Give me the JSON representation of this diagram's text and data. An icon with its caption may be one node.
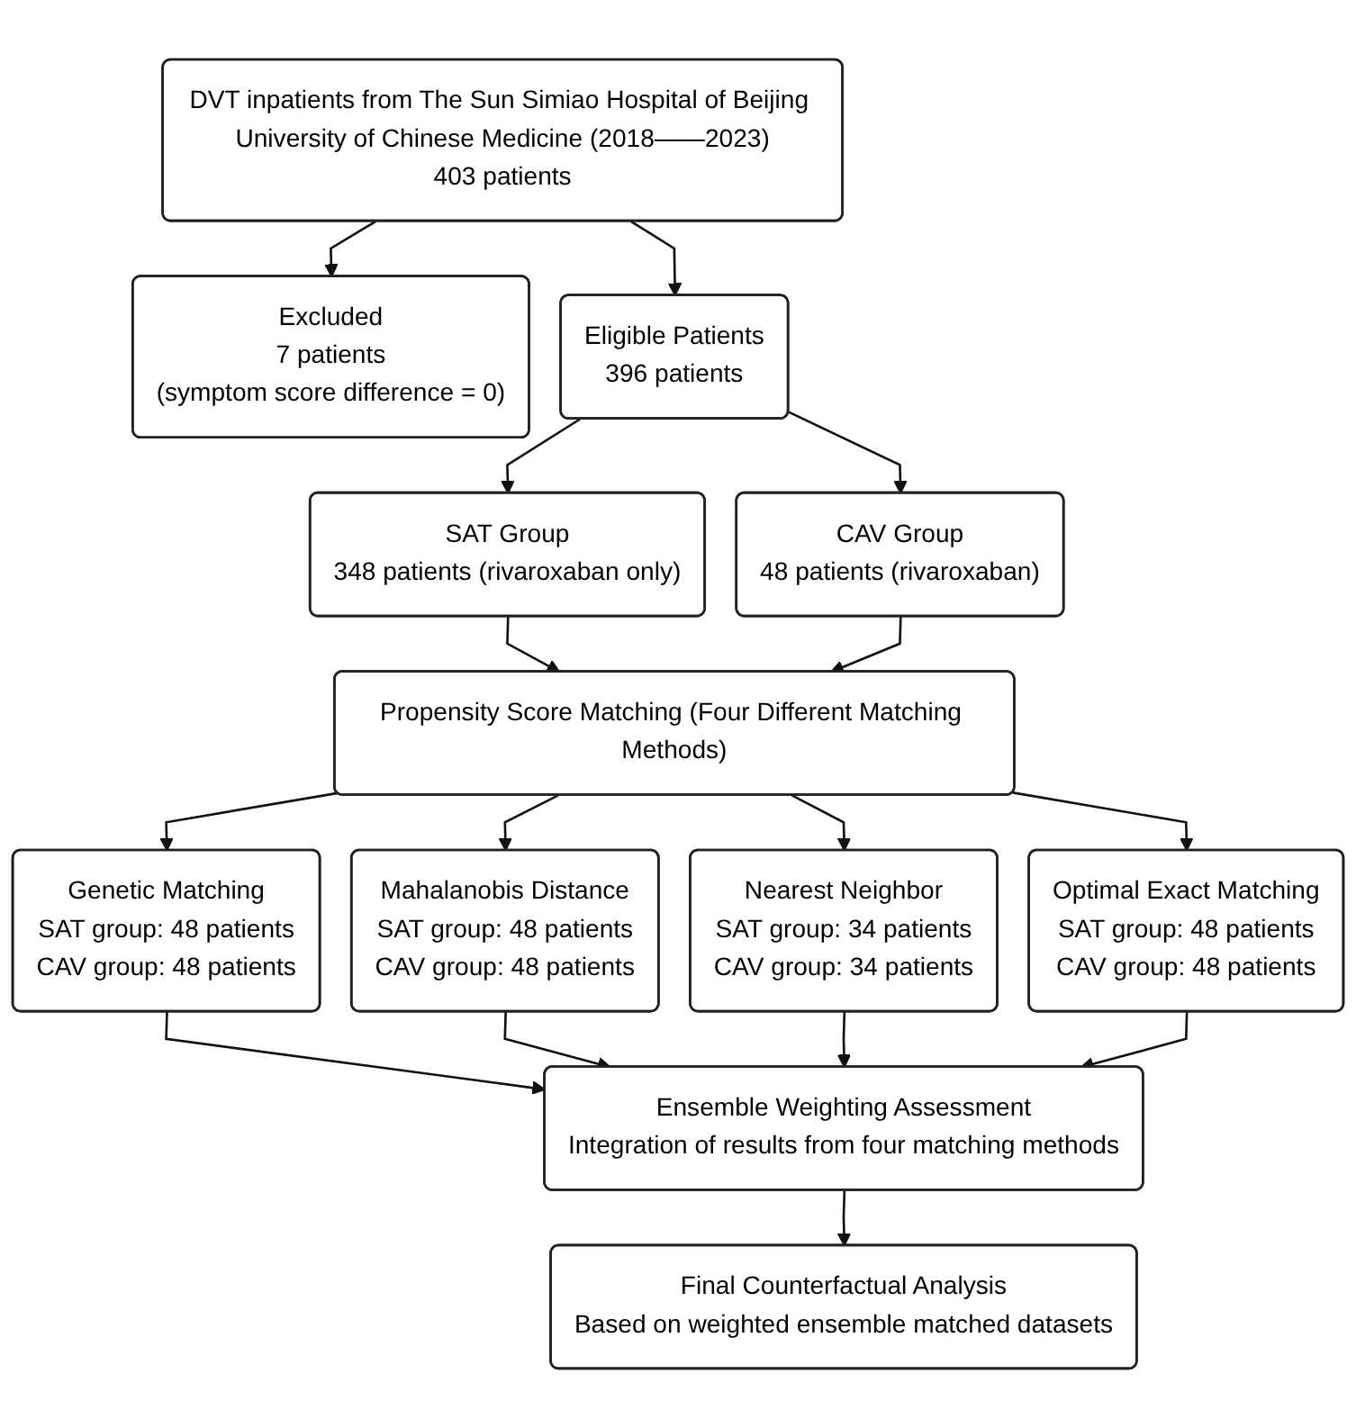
{
  "diagram": {
    "nodes": [
      {
        "text": [
          "DVT inpatients from The Sun Simiao Hospital of Beijing University of Chinese Medicine (2018——2023)",
          "403 patients"
        ]
      },
      {
        "text": [
          "Excluded",
          "7 patients",
          "(symptom score difference = 0)"
        ]
      },
      {
        "text": [
          "Eligible Patients",
          "396 patients"
        ]
      },
      {
        "text": [
          "SAT Group",
          "348 patients (rivaroxaban only)"
        ]
      },
      {
        "text": [
          "CAV Group",
          "48 patients (rivaroxaban)"
        ]
      },
      {
        "text": [
          "Propensity Score Matching (Four Different Matching Methods)"
        ]
      },
      {
        "text": [
          "Genetic Matching",
          "SAT group: 48 patients",
          "CAV group: 48 patients"
        ]
      },
      {
        "text": [
          "Mahalanobis Distance",
          "SAT group: 48 patients",
          "CAV group: 48 patients"
        ]
      },
      {
        "text": [
          "Nearest Neighbor",
          "SAT group: 34 patients",
          "CAV group: 34 patients"
        ]
      },
      {
        "text": [
          "Optimal Exact Matching",
          "SAT group: 48 patients",
          "CAV group: 48 patients"
        ]
      },
      {
        "text": [
          "Ensemble Weighting Assessment",
          "Integration of results from four matching methods"
        ]
      },
      {
        "text": [
          "Final Counterfactual Analysis",
          "Based on weighted ensemble matched datasets"
        ]
      }
    ],
    "edges": [
      {
        "from": 0,
        "to": 1,
        "arrow": "to"
      },
      {
        "from": 0,
        "to": 2,
        "arrow": "to"
      },
      {
        "from": 2,
        "to": 3,
        "arrow": "to"
      },
      {
        "from": 2,
        "to": 4,
        "arrow": "to"
      },
      {
        "from": 3,
        "to": 5,
        "arrow": "to"
      },
      {
        "from": 4,
        "to": 5,
        "arrow": "to"
      },
      {
        "from": 5,
        "to": 6,
        "arrow": "to"
      },
      {
        "from": 5,
        "to": 7,
        "arrow": "to"
      },
      {
        "from": 5,
        "to": 8,
        "arrow": "to"
      },
      {
        "from": 5,
        "to": 9,
        "arrow": "to"
      },
      {
        "from": 6,
        "to": 10,
        "arrow": "to"
      },
      {
        "from": 7,
        "to": 10,
        "arrow": "to"
      },
      {
        "from": 8,
        "to": 10,
        "arrow": "to"
      },
      {
        "from": 9,
        "to": 10,
        "arrow": "to"
      },
      {
        "from": 10,
        "to": 11,
        "arrow": "to"
      }
    ]
  }
}
